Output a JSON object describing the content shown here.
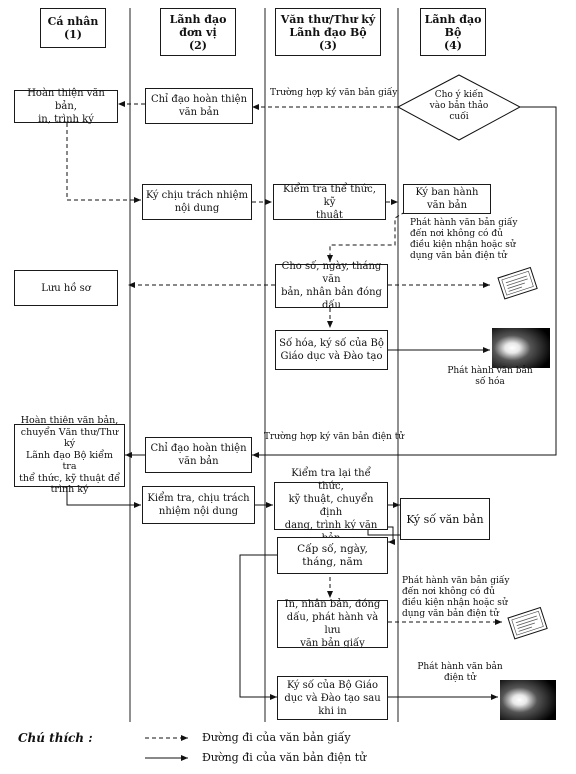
{
  "headers": {
    "col1": "Cá nhân\n(1)",
    "col2": "Lãnh đạo\nđơn vị\n(2)",
    "col3": "Văn thư/Thư ký\nLãnh đạo Bộ\n(3)",
    "col4": "Lãnh đạo\nBộ\n(4)"
  },
  "nodes": {
    "hoan_thien_1": "Hoàn thiện văn bản,\nin, trình ký",
    "chi_dao_1": "Chỉ đạo hoàn thiện\nvăn bản",
    "cho_y_kien": "Cho ý kiến\nvào bản thảo\ncuối",
    "ky_chiu_trach_nhiem": "Ký chịu trách nhiệm\nnội dung",
    "kiem_tra_the_thuc": "Kiểm tra thể thức, kỹ\nthuật",
    "ky_ban_hanh": "Ký ban hành\nvăn bản",
    "luu_ho_so": "Lưu hồ sơ",
    "cho_so": "Cho số, ngày, tháng văn\nbản, nhân bản đóng dấu",
    "so_hoa": "Số hóa, ký số của Bộ\nGiáo dục và Đào tạo",
    "hoan_thien_2": "Hoàn thiện văn bản,\nchuyển Văn thư/Thư ký\nLãnh đạo Bộ kiểm tra\nthể thức, kỹ thuật để\ntrình ký",
    "chi_dao_2": "Chỉ đạo hoàn thiện\nvăn bản",
    "kiem_tra_chiu_trach_nhiem": "Kiểm tra, chịu trách\nnhiệm nội dung",
    "kiem_tra_lai": "Kiểm tra lại thể thức,\nkỹ thuật, chuyển định\ndạng, trình ký văn bản",
    "ky_so_van_ban": "Ký số văn bản",
    "cap_so": "Cấp số, ngày,\ntháng, năm",
    "in_nhan_ban": "In, nhân bản, đóng\ndấu, phát hành và lưu\nvăn bản giấy",
    "ky_so_bo": "Ký số của Bộ Giáo\ndục và Đào tạo sau\nkhi in"
  },
  "labels": {
    "truong_hop_giay": "Trường hợp ký văn bản giấy",
    "truong_hop_dien_tu": "Trường hợp ký văn bản điện tử",
    "phat_hanh_giay_1": "Phát hành văn bản giấy\nđến nơi không có đủ\nđiều kiện nhận hoặc sử\ndụng văn bản điện tử",
    "phat_hanh_so_hoa": "Phát hành văn bản\nsố hóa",
    "phat_hanh_giay_2": "Phát hành văn bản giấy\nđến nơi không có đủ\nđiều kiện nhận hoặc sử\ndụng văn bản điện tử",
    "phat_hanh_dien_tu": "Phát hành văn bản\nđiện tử"
  },
  "legend": {
    "title": "Chú thích :",
    "paper": "Đường đi của văn bản giấy",
    "electronic": "Đường đi của văn bản điện tử"
  }
}
